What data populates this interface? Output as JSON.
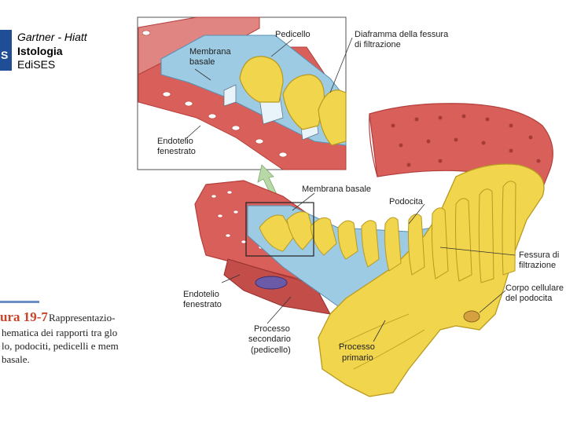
{
  "publisher_block": {
    "author": "Gartner - Hiatt",
    "book": "Istologia",
    "publisher": "EdiSES",
    "logo_letter": "S"
  },
  "figure": {
    "number_label": "ura 19-7",
    "caption_line1": "Rappresentazio-",
    "caption_line2": "hematica dei rapporti tra glo",
    "caption_line3": "lo, podociti, pedicelli e mem",
    "caption_line4": "basale."
  },
  "labels": {
    "inset_pedicello": "Pedicello",
    "inset_diaframma_1": "Diaframma della fessura",
    "inset_diaframma_2": "di filtrazione",
    "inset_membrana_1": "Membrana",
    "inset_membrana_2": "basale",
    "inset_endotelio_1": "Endotelio",
    "inset_endotelio_2": "fenestrato",
    "membrana_basale": "Membrana basale",
    "podocita": "Podocita",
    "fessura_1": "Fessura di",
    "fessura_2": "filtrazione",
    "corpo_1": "Corpo cellulare",
    "corpo_2": "del podocita",
    "endotelio_1": "Endotelio",
    "endotelio_2": "fenestrato",
    "processo_sec_1": "Processo",
    "processo_sec_2": "secondario",
    "processo_sec_3": "(pedicello)",
    "processo_pri_1": "Processo",
    "processo_pri_2": "primario"
  },
  "colors": {
    "capillary_red": "#d9605a",
    "capillary_dark": "#b43e3b",
    "membrane_blue": "#9ccbe3",
    "podocyte_yellow": "#f0d54d",
    "podocyte_outline": "#b89a20",
    "arrow_green": "#b8d8a8"
  }
}
